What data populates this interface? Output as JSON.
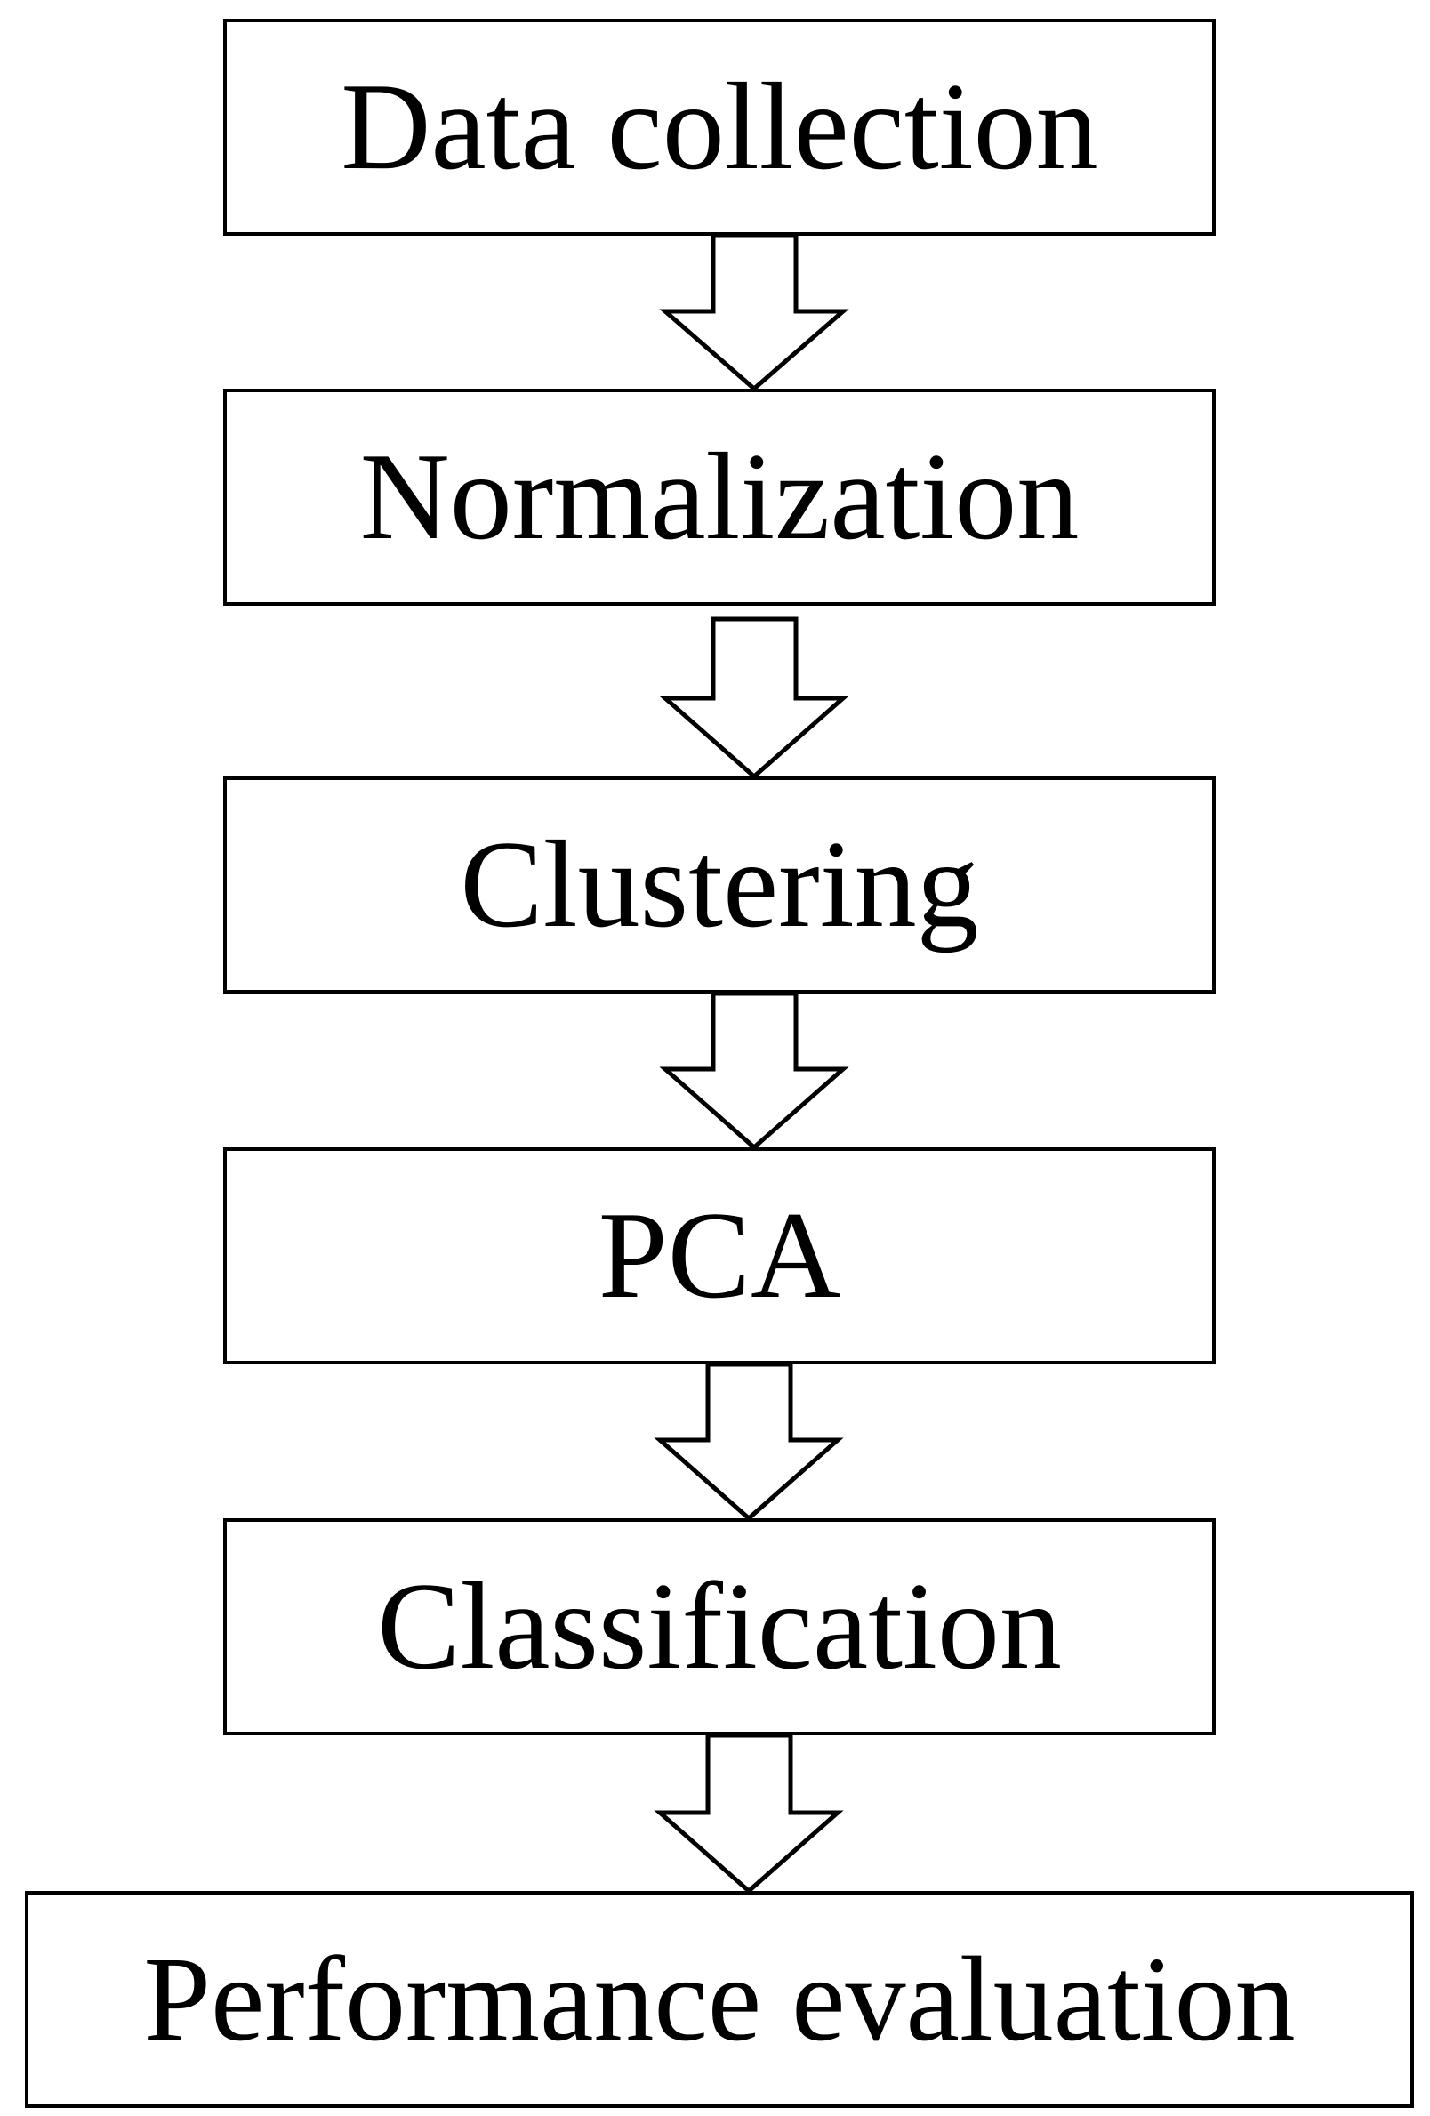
{
  "diagram": {
    "steps": [
      {
        "label": "Data collection"
      },
      {
        "label": "Normalization"
      },
      {
        "label": "Clustering"
      },
      {
        "label": "PCA"
      },
      {
        "label": "Classification"
      },
      {
        "label": "Performance evaluation"
      }
    ],
    "colors": {
      "stroke": "#000000",
      "fill": "#ffffff",
      "text": "#000000"
    },
    "connector_icon": "hollow-down-arrow-icon"
  }
}
